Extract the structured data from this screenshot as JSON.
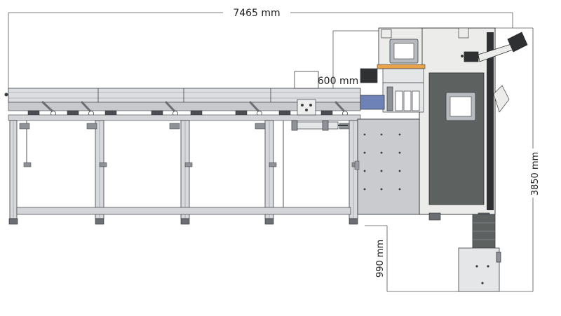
{
  "dimensions": {
    "total_length": "7465 mm",
    "table_height": "600 mm",
    "base_height": "990 mm",
    "total_height": "3850 mm"
  },
  "colors": {
    "frame": "#9a9da2",
    "rail": "#d9dbde",
    "panel_gray": "#c7c9cc",
    "panel_dark": "#5d615f",
    "cabinet": "#ececea",
    "accent_orange": "#e8a24a",
    "accent_blue": "#6f82b8",
    "window_frame": "#b7babf",
    "line": "#3a3d40",
    "dim_line": "#555555"
  }
}
